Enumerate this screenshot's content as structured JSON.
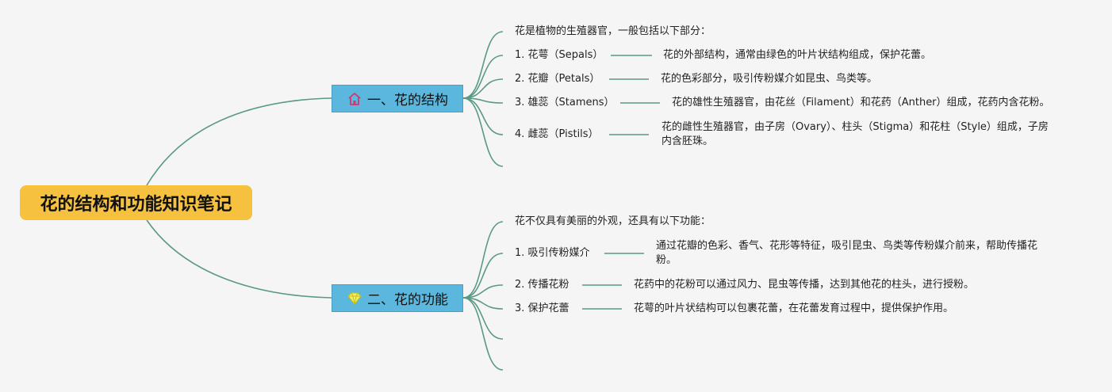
{
  "root": {
    "title": "花的结构和功能知识笔记"
  },
  "branches": [
    {
      "label": "一、花的结构",
      "icon": "house-icon",
      "intro": "花是植物的生殖器官，一般包括以下部分：",
      "items": [
        {
          "label": "1. 花萼（Sepals）",
          "desc": "花的外部结构，通常由绿色的叶片状结构组成，保护花蕾。"
        },
        {
          "label": "2. 花瓣（Petals）",
          "desc": "花的色彩部分，吸引传粉媒介如昆虫、鸟类等。"
        },
        {
          "label": "3. 雄蕊（Stamens）",
          "desc": "花的雄性生殖器官，由花丝（Filament）和花药（Anther）组成，花药内含花粉。"
        },
        {
          "label": "4. 雌蕊（Pistils）",
          "desc": "花的雌性生殖器官，由子房（Ovary）、柱头（Stigma）和花柱（Style）组成，子房内含胚珠。"
        }
      ]
    },
    {
      "label": "二、花的功能",
      "icon": "diamond-icon",
      "intro": "花不仅具有美丽的外观，还具有以下功能：",
      "items": [
        {
          "label": "1. 吸引传粉媒介",
          "desc": "通过花瓣的色彩、香气、花形等特征，吸引昆虫、鸟类等传粉媒介前来，帮助传播花粉。"
        },
        {
          "label": "2. 传播花粉",
          "desc": "花药中的花粉可以通过风力、昆虫等传播，达到其他花的柱头，进行授粉。"
        },
        {
          "label": "3. 保护花蕾",
          "desc": "花萼的叶片状结构可以包裹花蕾，在花蕾发育过程中，提供保护作用。"
        }
      ]
    }
  ],
  "colors": {
    "connector": "#5a9a82",
    "root_fill": "#f6c13f",
    "branch_fill": "#5bb7dd",
    "house_icon": "#d6336c",
    "diamond_icon": "#e8e23a",
    "background": "#f5f5f5"
  }
}
